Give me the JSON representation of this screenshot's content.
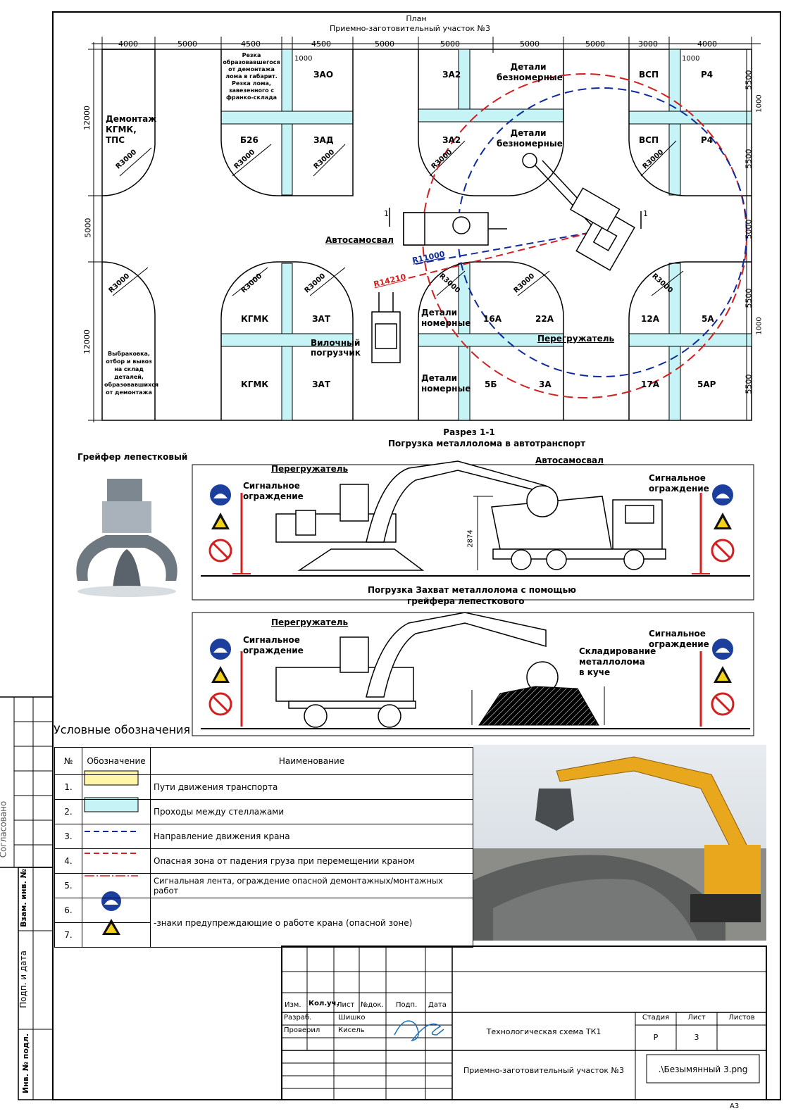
{
  "plan": {
    "title": "План",
    "subtitle": "Приемно-заготовительный участок №3",
    "top_dims": [
      "4000",
      "5000",
      "4500",
      "4500",
      "5000",
      "5000",
      "5000",
      "5000",
      "3000",
      "4000"
    ],
    "gap_dims": [
      "1000",
      "1000"
    ],
    "right_dims": [
      "5500",
      "5500",
      "5000",
      "5500",
      "5500"
    ],
    "right_gap_dims": [
      "1000",
      "1000"
    ],
    "left_dims": [
      "12000",
      "5000",
      "12000"
    ],
    "zones": {
      "demont": "Демонтаж КГМК, ТПС",
      "cut_note": "Резка образовавшегося от демонтажа лома в габарит. Резка лома, завезенного с франко-склада",
      "zao": "ЗАО",
      "za2a": "ЗА2",
      "za2b": "ЗА2",
      "det1": "Детали безномерные",
      "det2": "Детали безномерные",
      "vsp1": "ВСП",
      "vsp2": "ВСП",
      "p4a": "Р4",
      "p4b": "Р4",
      "b26": "Б26",
      "zad": "ЗАД",
      "kgmk1": "КГМК",
      "kgmk2": "КГМК",
      "zat1": "ЗАТ",
      "zat2": "ЗАТ",
      "sort_note": "Выбраковка, отбор и вывоз на склад деталей, образовавшихся от демонтажа",
      "det3": "Детали номерные",
      "det4": "Детали номерные",
      "z16a": "16А",
      "z22a": "22А",
      "z12a": "12А",
      "z5a": "5А",
      "z5b": "5Б",
      "z3a": "3А",
      "z17a": "17А",
      "z5ar": "5АР"
    },
    "radius": "R3000",
    "r11000": "R11000",
    "r14210": "R14210",
    "section_mark": "1",
    "truck_label": "Автосамосвал",
    "forklift_label": "Вилочный погрузчик",
    "crane_label": "Перегружатель"
  },
  "section1": {
    "title": "Разрез 1-1",
    "subtitle": "Погрузка металлолома в автотранспорт",
    "crane": "Перегружатель",
    "truck": "Автосамосвал",
    "signal_left": "Сигнальное ограждение",
    "signal_right": "Сигнальное ограждение",
    "height": "2874"
  },
  "section2": {
    "title": "Погрузка Захват металлолома с помощью",
    "subtitle": "грейфера лепесткового",
    "crane": "Перегружатель",
    "signal_left": "Сигнальное ограждение",
    "signal_right": "Сигнальное ограждение",
    "pile": "Складирование металлолома в куче"
  },
  "grab_title": "Грейфер лепестковый",
  "legend": {
    "title": "Условные обозначения",
    "h_no": "№",
    "h_sym": "Обозначение",
    "h_name": "Наименование",
    "rows": [
      {
        "n": "1.",
        "name": "Пути движения транспорта"
      },
      {
        "n": "2.",
        "name": "Проходы между стеллажами"
      },
      {
        "n": "3.",
        "name": "Направление движения крана"
      },
      {
        "n": "4.",
        "name": "Опасная зона от падения груза при перемещении краном"
      },
      {
        "n": "5.",
        "name": "Сигнальная лента, ограждение опасной демонтажных/монтажных работ"
      },
      {
        "n": "6.",
        "name": "-знаки предупреждающие о работе крана (опасной зоне)"
      },
      {
        "n": "7.",
        "name": ""
      }
    ]
  },
  "colors": {
    "aisle": "#c6f3f5",
    "road": "#fff6a8",
    "blue": "#0f2a9c",
    "red": "#d21f1f"
  },
  "stamp": {
    "izm": "Изм.",
    "kol": "Кол.уч.",
    "list": "Лист",
    "ndok": "№док.",
    "podp": "Подп.",
    "data": "Дата",
    "razrab": "Разраб.",
    "razrab_name": "Шишко",
    "proveril": "Проверил",
    "proveril_name": "Кисель",
    "doc_title": "Технологическая схема ТК1",
    "stage_h": "Стадия",
    "sheet_h": "Лист",
    "sheets_h": "Листов",
    "stage": "Р",
    "sheet": "3",
    "site": "Приемно-заготовительный участок №3",
    "file": ".\\Безымянный 3.png",
    "format": "А3"
  },
  "side": {
    "agreed": "Согласовано",
    "vzam": "Взам. инв. №",
    "podp": "Подп. и дата",
    "inv": "Инв. № подл."
  }
}
